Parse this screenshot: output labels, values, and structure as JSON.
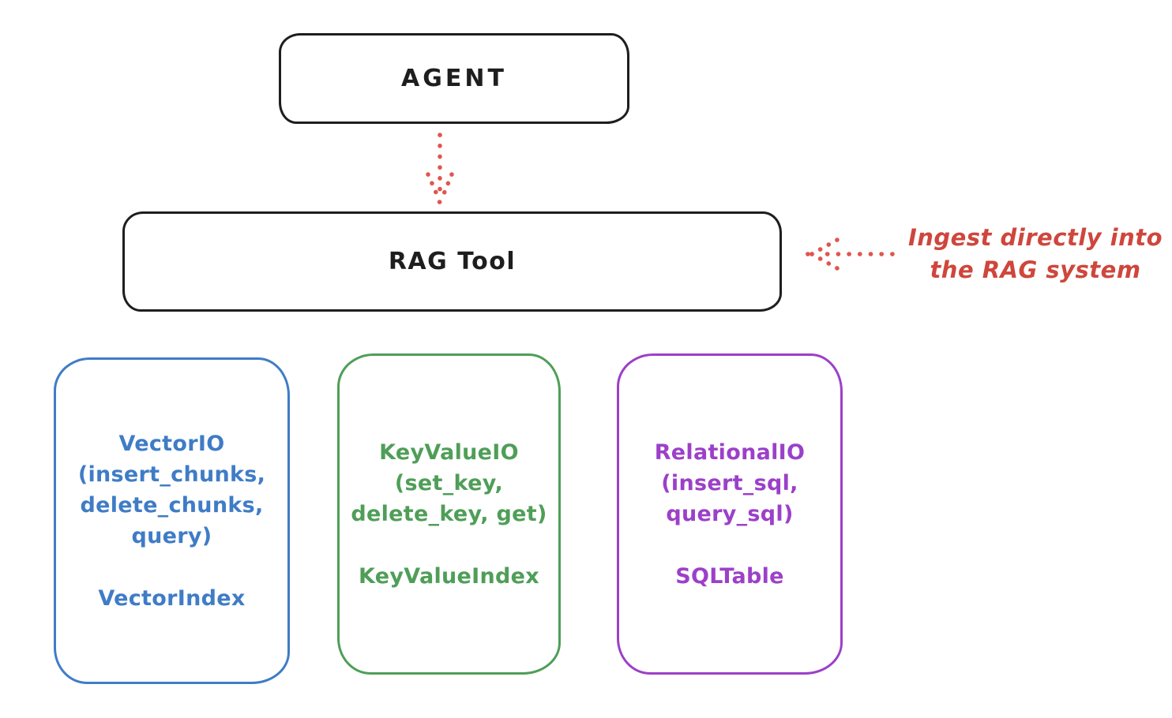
{
  "diagram": {
    "background_color": "#ffffff",
    "stroke_color": "#1e1e1e",
    "arrow_color": "#e0554f",
    "annotation_color": "#cf463c",
    "agent": {
      "label": "AGENT"
    },
    "rag_tool": {
      "label": "RAG Tool"
    },
    "ingest_annotation": {
      "line1": "Ingest directly into",
      "line2": "the RAG system"
    },
    "arrows": [
      {
        "name": "agent-to-rag-arrow",
        "style": "dotted",
        "direction": "down",
        "from": "AGENT",
        "to": "RAG Tool"
      },
      {
        "name": "ingest-to-rag-arrow",
        "style": "dotted",
        "direction": "left",
        "from": "Ingest annotation",
        "to": "RAG Tool"
      }
    ],
    "storage_boxes": [
      {
        "name": "vector-io-box",
        "color": "#3f7cc6",
        "lines": [
          "VectorIO",
          "(insert_chunks,",
          "delete_chunks,",
          "query)"
        ],
        "index_label": "VectorIndex"
      },
      {
        "name": "keyvalue-io-box",
        "color": "#4f9e58",
        "lines": [
          "KeyValueIO",
          "(set_key,",
          "delete_key, get)"
        ],
        "index_label": "KeyValueIndex"
      },
      {
        "name": "relational-io-box",
        "color": "#9c40c8",
        "lines": [
          "RelationalIO",
          "(insert_sql,",
          "query_sql)"
        ],
        "index_label": "SQLTable"
      }
    ]
  }
}
